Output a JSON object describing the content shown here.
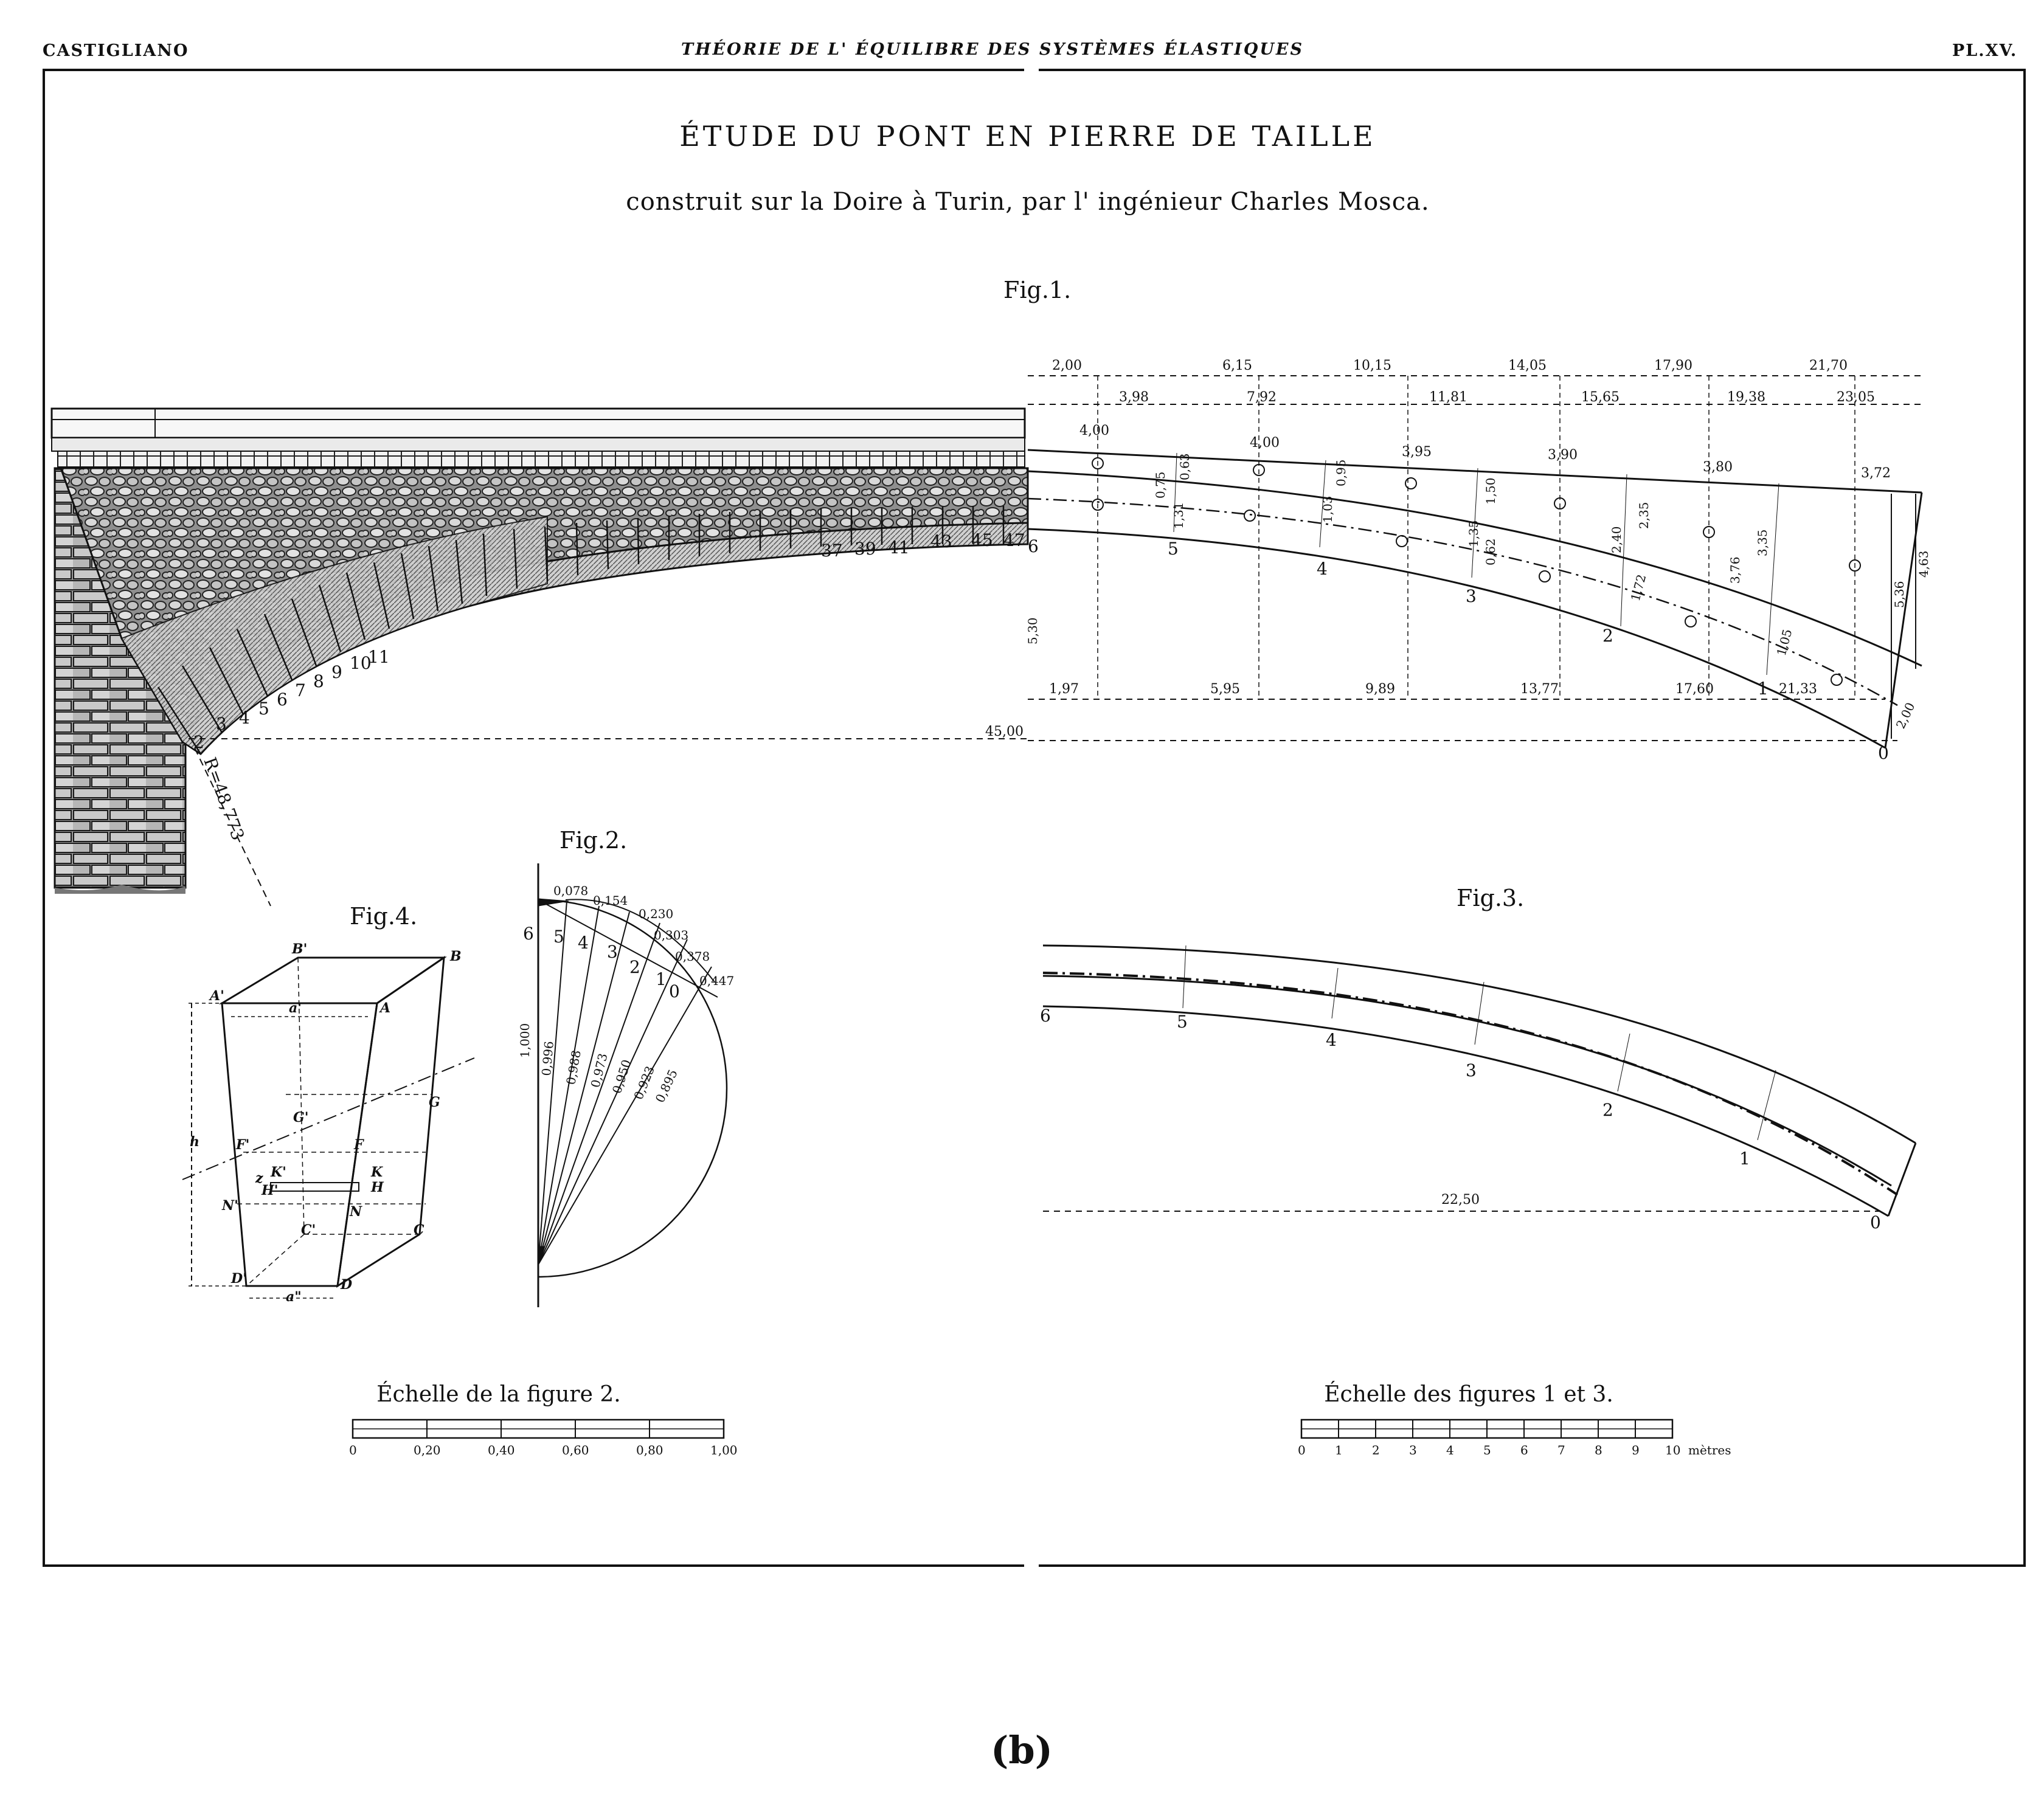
{
  "header": {
    "author": "CASTIGLIANO",
    "book_title": "THÉORIE DE L' ÉQUILIBRE DES SYSTÈMES ÉLASTIQUES",
    "plate": "PL.XV."
  },
  "title": {
    "line1": "ÉTUDE DU PONT EN PIERRE DE TAILLE",
    "line2": "construit sur la Doire à Turin, par l' ingénieur Charles Mosca."
  },
  "fig1": {
    "label": "Fig.1.",
    "top_dims_row1": [
      "2,00",
      "6,15",
      "10,15",
      "14,05",
      "17,90",
      "21,70"
    ],
    "top_dims_row2": [
      "3,98",
      "7,92",
      "11,81",
      "15,65",
      "19,38",
      "23,05"
    ],
    "segment_lengths": [
      "4,00",
      "4,00",
      "3,95",
      "3,90",
      "3,80",
      "3,72"
    ],
    "vertical_dims": [
      "0,63",
      "0,75",
      "1,31",
      "0,95",
      "1,03",
      "1,50",
      "1,35",
      "0,62",
      "2,40",
      "2,35",
      "1,72",
      "3,76",
      "3,35",
      "1,05",
      "5,36",
      "4,63",
      "2,00"
    ],
    "bottom_dims": [
      "1,97",
      "5,95",
      "9,89",
      "13,77",
      "17,60",
      "21,33"
    ],
    "section_numbers": [
      "6",
      "5",
      "4",
      "3",
      "2",
      "1",
      "0"
    ],
    "voussoir_numbers": [
      "2",
      "3",
      "4",
      "5",
      "6",
      "7",
      "8",
      "9",
      "10",
      "11",
      "37",
      "39",
      "41",
      "43",
      "45",
      "47"
    ],
    "radius": "R=48,773",
    "left_height": "5,30",
    "span_half": "45,00"
  },
  "fig2": {
    "label": "Fig.2.",
    "top_values": [
      "0,078",
      "0,154",
      "0,230",
      "0,303",
      "0,378",
      "0,447"
    ],
    "ray_values": [
      "1,000",
      "0,996",
      "0,988",
      "0,973",
      "0,950",
      "0,923",
      "0,895"
    ],
    "ray_labels": [
      "6",
      "5",
      "4",
      "3",
      "2",
      "1",
      "0"
    ]
  },
  "fig3": {
    "label": "Fig.3.",
    "section_numbers": [
      "6",
      "5",
      "4",
      "3",
      "2",
      "1",
      "0"
    ],
    "span": "22,50"
  },
  "fig4": {
    "label": "Fig.4.",
    "letters": [
      "A",
      "B",
      "A'",
      "B'",
      "C",
      "D",
      "C'",
      "D'",
      "G",
      "G'",
      "F",
      "F'",
      "H",
      "H'",
      "K",
      "K'",
      "N",
      "N'",
      "a'",
      "a\"",
      "h",
      "z"
    ]
  },
  "scale2": {
    "caption": "Échelle de la figure 2.",
    "ticks": [
      "0",
      "0,20",
      "0,40",
      "0,60",
      "0,80",
      "1,00"
    ]
  },
  "scale13": {
    "caption": "Échelle des figures 1 et 3.",
    "ticks": [
      "0",
      "1",
      "2",
      "3",
      "4",
      "5",
      "6",
      "7",
      "8",
      "9",
      "10"
    ],
    "unit": "mètres"
  },
  "sub_label": "(b)"
}
